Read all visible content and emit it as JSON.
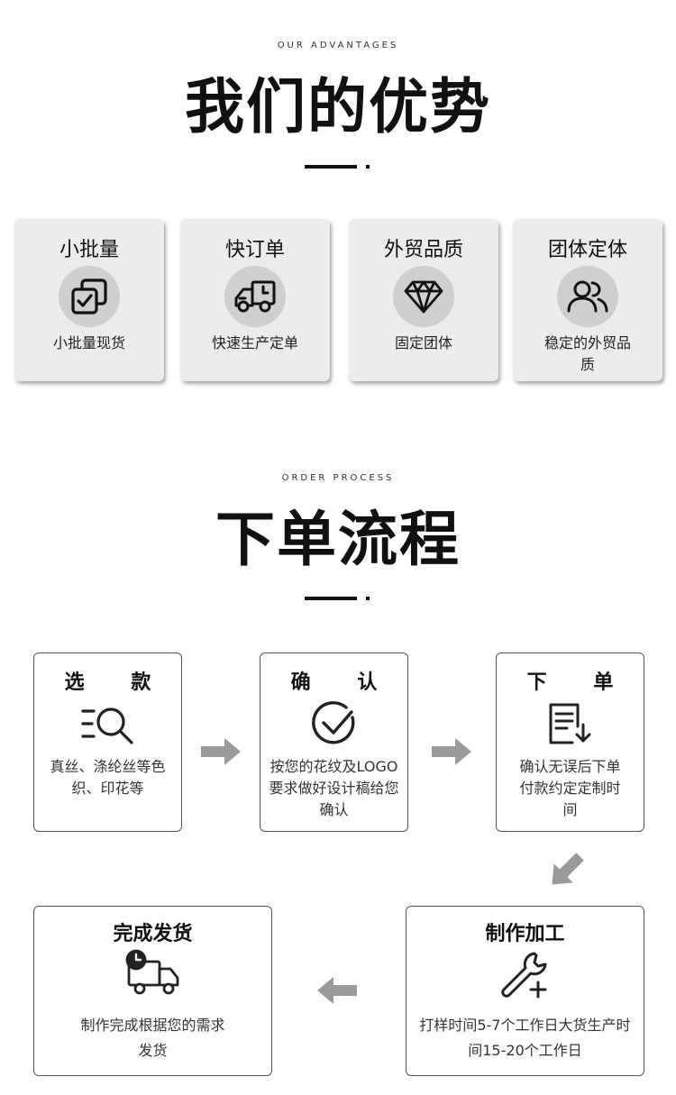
{
  "advantages": {
    "eyebrow": "OUR ADVANTAGES",
    "title": "我们的优势",
    "cards": [
      {
        "title": "小批量",
        "desc": "小批量现货",
        "icon": "copy-check-icon"
      },
      {
        "title": "快订单",
        "desc": "快速生产定单",
        "icon": "delivery-truck-icon"
      },
      {
        "title": "外贸品质",
        "desc": "固定团体",
        "icon": "diamond-icon"
      },
      {
        "title": "团体定体",
        "desc": "稳定的外贸品质",
        "icon": "users-icon"
      }
    ]
  },
  "process": {
    "eyebrow": "ORDER PROCESS",
    "title": "下单流程",
    "steps": [
      {
        "title": "选 款",
        "desc": "真丝、涤纶丝等色织、印花等",
        "icon": "search-list-icon"
      },
      {
        "title": "确 认",
        "desc": "按您的花纹及LOGO要求做好设计稿给您确认",
        "icon": "check-circle-icon"
      },
      {
        "title": "下 单",
        "desc": "确认无误后下单付款约定定制时间",
        "icon": "order-document-icon"
      },
      {
        "title": "制作加工",
        "desc": "打样时间5-7个工作日大货生产时间15-20个工作日",
        "icon": "wrench-plus-icon"
      },
      {
        "title": "完成发货",
        "desc": "制作完成根据您的需求发货",
        "icon": "truck-clock-icon"
      }
    ]
  },
  "colors": {
    "accent": "#111111",
    "card_bg": "#ececec",
    "icon_bg": "#cfcfcf",
    "arrow": "#9a9a9a"
  }
}
